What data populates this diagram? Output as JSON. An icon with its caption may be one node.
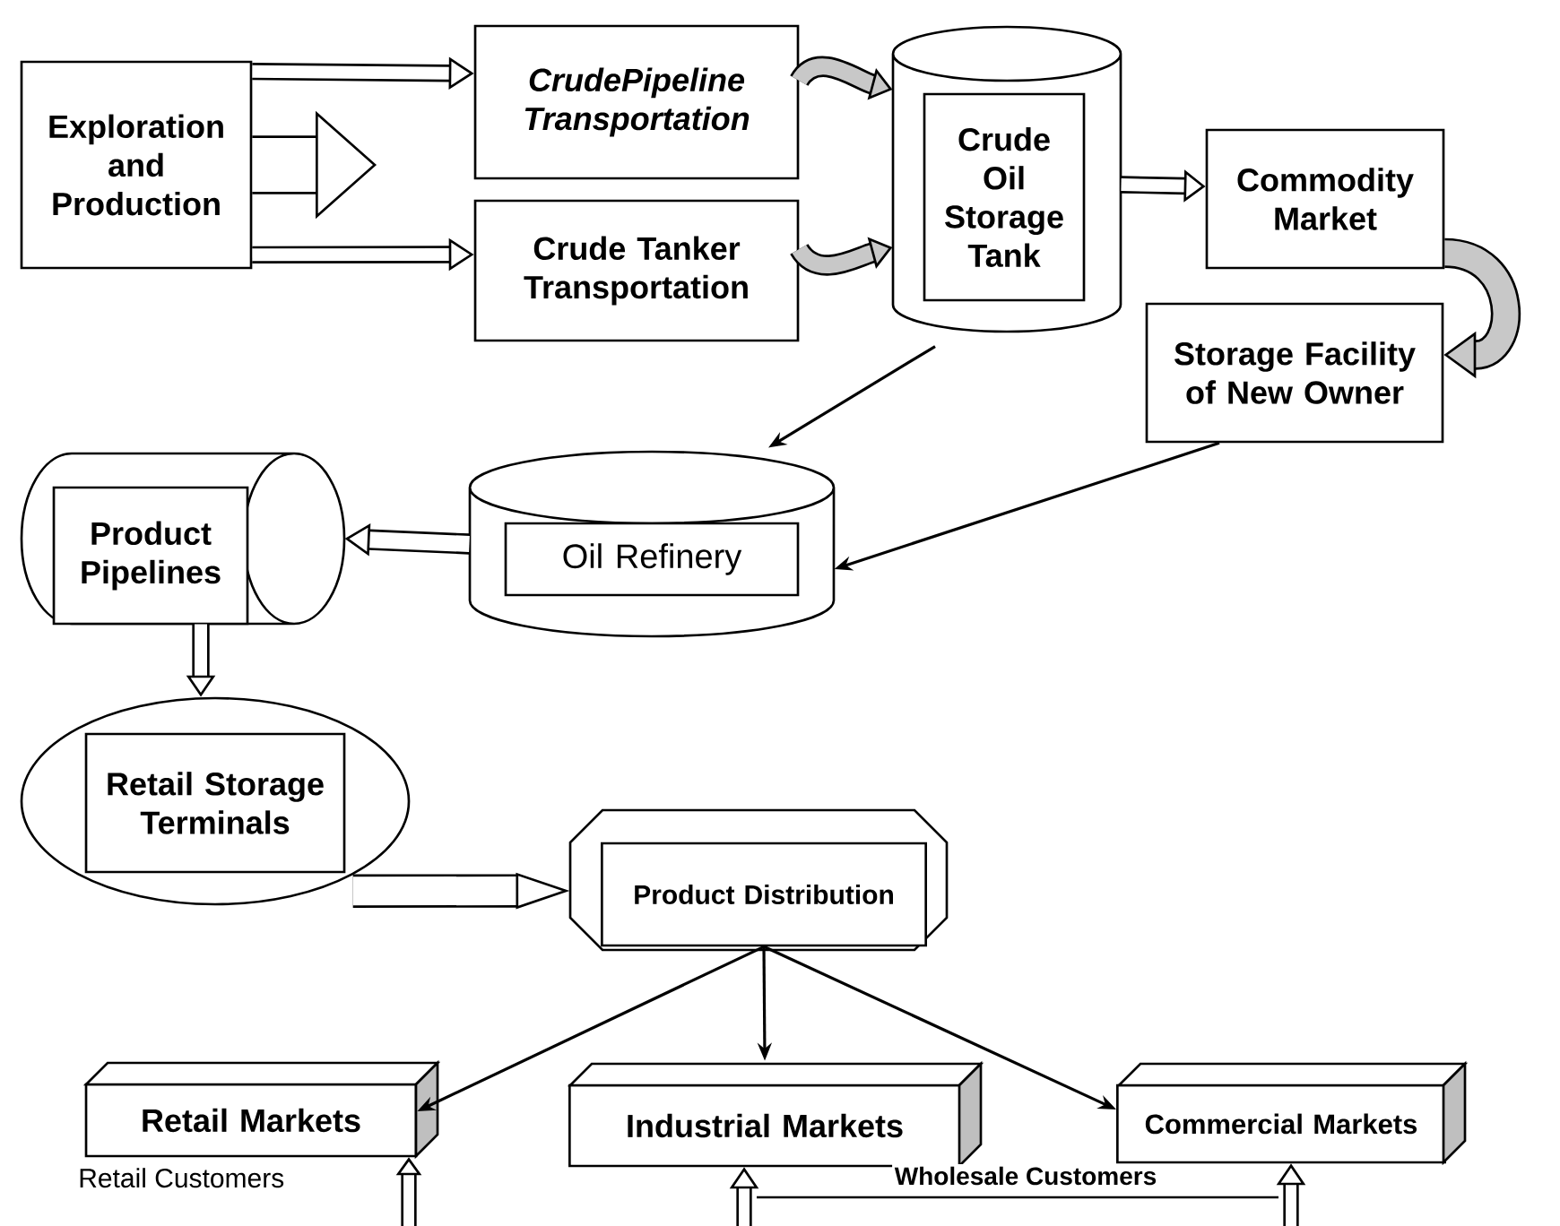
{
  "diagram": {
    "nodes": [
      {
        "text": [
          "Exploration and Production"
        ]
      },
      {
        "text": [
          "CrudePipeline Transportation"
        ]
      },
      {
        "text": [
          "Crude Tanker Transportation"
        ]
      },
      {
        "text": [],
        "shape": "cylinder"
      },
      {
        "text": [
          "Crude Oil Storage Tank"
        ],
        "in": 3
      },
      {
        "text": [
          "Commodity Market"
        ]
      },
      {
        "text": [
          "Storage Facility of New Owner"
        ]
      },
      {
        "text": [],
        "shape": "cylinder"
      },
      {
        "text": [
          "Oil Refinery"
        ],
        "in": 7
      },
      {
        "text": [],
        "shape": "cylinder"
      },
      {
        "text": [
          "Product Pipelines"
        ],
        "in": 9
      },
      {
        "text": [],
        "shape": "ellipse"
      },
      {
        "text": [
          "Retail Storage Terminals"
        ],
        "in": 11
      },
      {
        "text": [],
        "shape": "octagon"
      },
      {
        "text": [
          "Product Distribution"
        ],
        "in": 13
      },
      {
        "text": [
          "Retail Markets"
        ],
        "beside": [
          "Retail Customers"
        ]
      },
      {
        "text": [
          "Industrial Markets"
        ]
      },
      {
        "text": [
          "Commercial Markets"
        ]
      }
    ],
    "edges": [
      {
        "from": 0,
        "to": 1,
        "arrow": "to"
      },
      {
        "from": 0,
        "to": 2,
        "arrow": "to"
      },
      {
        "from": 0,
        "to": null,
        "arrow": "to",
        "style": "thick"
      },
      {
        "from": 1,
        "to": 3,
        "arrow": "to"
      },
      {
        "from": 2,
        "to": 3,
        "arrow": "to"
      },
      {
        "from": 3,
        "to": 5,
        "arrow": "to"
      },
      {
        "from": 5,
        "to": 6,
        "arrow": "to"
      },
      {
        "from": 3,
        "to": 7,
        "arrow": "to"
      },
      {
        "from": 6,
        "to": 7,
        "arrow": "to"
      },
      {
        "from": 7,
        "to": 9,
        "arrow": "to"
      },
      {
        "from": 9,
        "to": 11,
        "arrow": "to"
      },
      {
        "from": 11,
        "to": 13,
        "arrow": "to",
        "style": "thick"
      },
      {
        "from": 14,
        "to": 15,
        "arrow": "to"
      },
      {
        "from": 14,
        "to": 16,
        "arrow": "to"
      },
      {
        "from": 14,
        "to": 17,
        "arrow": "to"
      },
      {
        "from": null,
        "to": 15,
        "arrow": "to"
      },
      {
        "from": null,
        "to": 16,
        "arrow": "to"
      },
      {
        "from": null,
        "to": 17,
        "arrow": "to"
      }
    ],
    "labels": [
      "Wholesale Customers"
    ]
  }
}
